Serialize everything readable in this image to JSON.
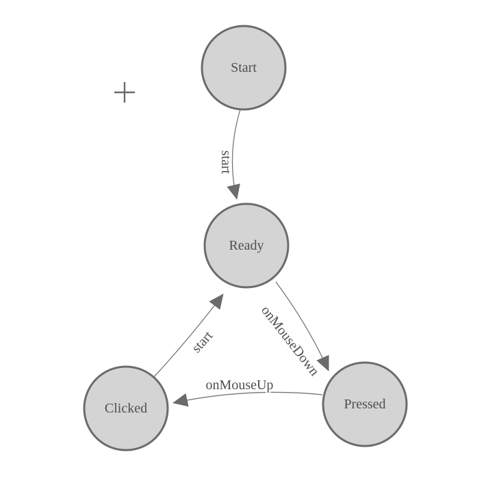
{
  "diagram": {
    "type": "state-machine",
    "background_color": "#ffffff",
    "colors": {
      "node_fill": "#d4d4d4",
      "node_stroke": "#6b6b6b",
      "edge_stroke": "#757575",
      "arrowhead_fill": "#6b6b6b",
      "label_text": "#4f4f4f",
      "crosshair": "#6a6a6a"
    },
    "cursor_marker": "plus-crosshair",
    "nodes": [
      {
        "id": "start",
        "label": "Start"
      },
      {
        "id": "ready",
        "label": "Ready"
      },
      {
        "id": "clicked",
        "label": "Clicked"
      },
      {
        "id": "pressed",
        "label": "Pressed"
      }
    ],
    "edges": [
      {
        "from": "Start",
        "to": "Ready",
        "label": "start"
      },
      {
        "from": "Clicked",
        "to": "Ready",
        "label": "start"
      },
      {
        "from": "Ready",
        "to": "Pressed",
        "label": "onMouseDown"
      },
      {
        "from": "Pressed",
        "to": "Clicked",
        "label": "onMouseUp"
      }
    ]
  }
}
